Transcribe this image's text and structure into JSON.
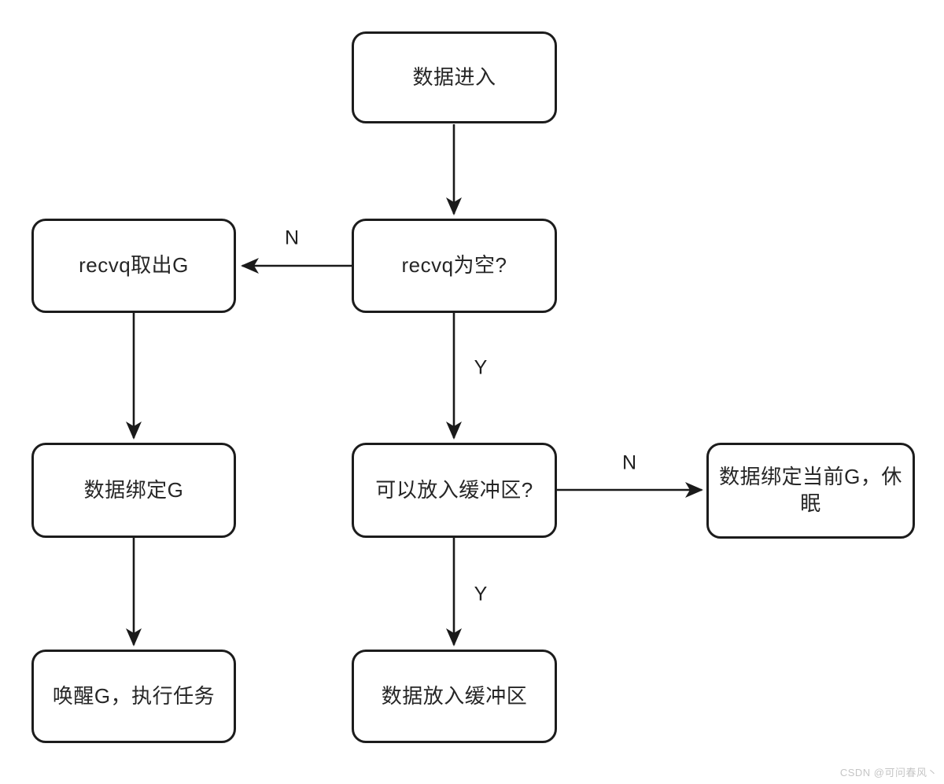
{
  "flowchart": {
    "nodes": [
      {
        "id": "data-enter",
        "label": "数据进入"
      },
      {
        "id": "recvq-empty",
        "label": "recvq为空?"
      },
      {
        "id": "recvq-takeout-g",
        "label": "recvq取出G"
      },
      {
        "id": "data-bind-g",
        "label": "数据绑定G"
      },
      {
        "id": "can-put-buffer",
        "label": "可以放入缓冲区?"
      },
      {
        "id": "bind-current-g-sleep",
        "label": "数据绑定当前G，休眠"
      },
      {
        "id": "wake-g-run-task",
        "label": "唤醒G，执行任务"
      },
      {
        "id": "data-into-buffer",
        "label": "数据放入缓冲区"
      }
    ],
    "edge_labels": [
      {
        "id": "recvq-empty-no",
        "text": "N"
      },
      {
        "id": "recvq-empty-yes",
        "text": "Y"
      },
      {
        "id": "can-buffer-no",
        "text": "N"
      },
      {
        "id": "can-buffer-yes",
        "text": "Y"
      }
    ],
    "colors": {
      "line": "#1a1a1a",
      "box_border": "#1c1c1c",
      "text": "#262626",
      "background": "#ffffff",
      "watermark": "#c5c5c5"
    }
  },
  "watermark": {
    "text": "CSDN @可问春风丶"
  }
}
